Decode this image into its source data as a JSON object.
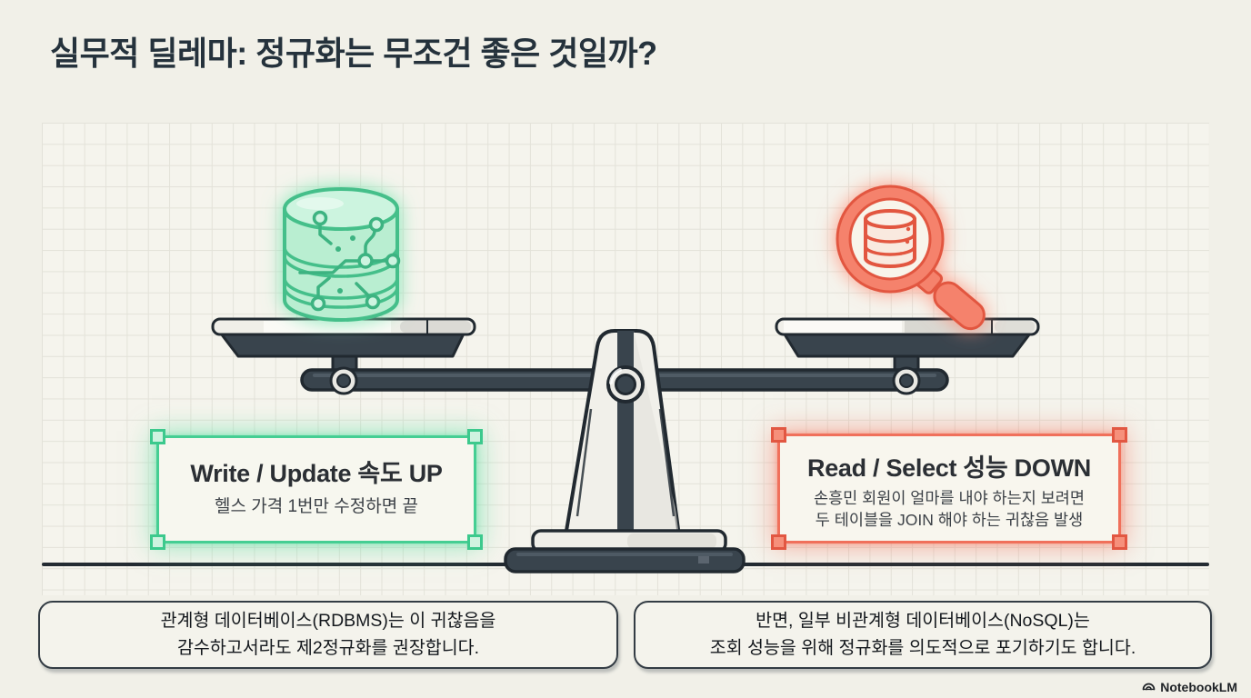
{
  "page": {
    "title": "실무적 딜레마: 정규화는 무조건 좋은 것일까?"
  },
  "colors": {
    "background": "#F1F0E8",
    "panel": "#F5F4ED",
    "grid_line": "#E3E2D9",
    "ink": "#25323C",
    "scale_dark": "#39444D",
    "scale_outline": "#212930",
    "green_accent": "#44BF8A",
    "green_fill": "#B9EED1",
    "green_glow": "#7FE6B4",
    "red_accent": "#E2573F",
    "red_fill": "#F5826C",
    "red_glow": "#FF8F78"
  },
  "icons": {
    "left_pan_icon": "database-circuit-icon",
    "right_pan_icon": "magnifier-database-icon",
    "footer_icon": "notebooklm-logo-icon"
  },
  "left_card": {
    "title": "Write / Update 속도 UP",
    "subtitle": "헬스 가격 1번만 수정하면 끝"
  },
  "right_card": {
    "title": "Read / Select 성능 DOWN",
    "line1": "손흥민 회원이 얼마를 내야 하는지 보려면",
    "line2": "두 테이블을 JOIN 해야 하는 귀찮음 발생"
  },
  "footnotes": {
    "left": {
      "line1": "관계형 데이터베이스(RDBMS)는 이 귀찮음을",
      "line2": "감수하고서라도 제2정규화를 권장합니다."
    },
    "right": {
      "line1": "반면, 일부 비관계형 데이터베이스(NoSQL)는",
      "line2": "조회 성능을 위해 정규화를 의도적으로 포기하기도 합니다."
    }
  },
  "footer": {
    "brand": "NotebookLM"
  }
}
